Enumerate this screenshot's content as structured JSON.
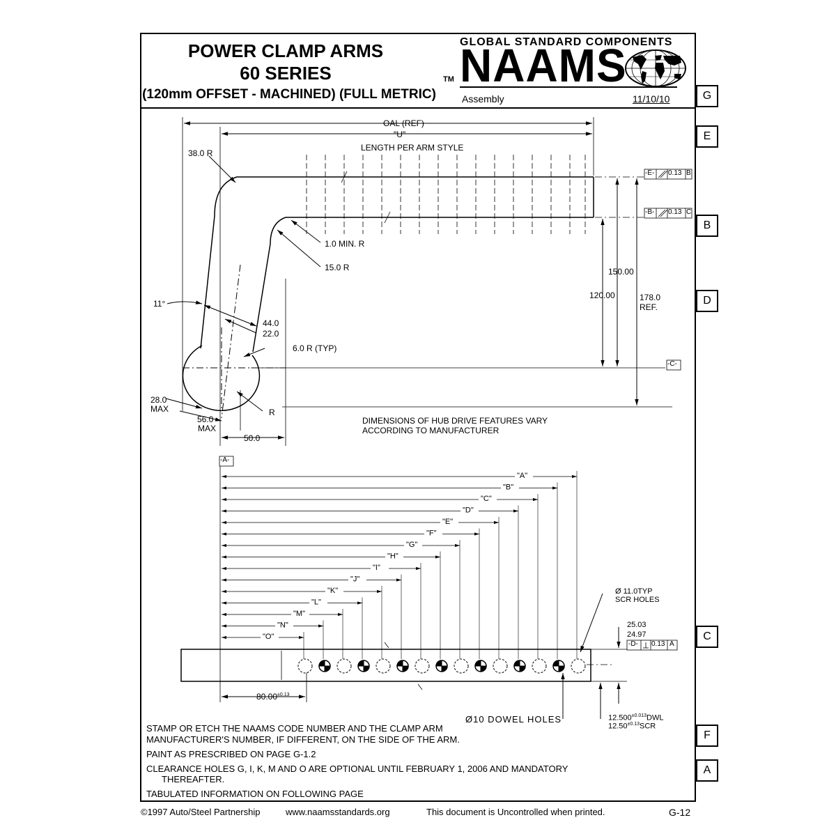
{
  "header": {
    "title_line1": "POWER CLAMP ARMS",
    "title_line2": "60 SERIES",
    "title_line3": "(120mm OFFSET - MACHINED) (FULL METRIC)",
    "brand_top": "GLOBAL STANDARD COMPONENTS",
    "tm": "TM",
    "brand": "NAAMS",
    "category": "Assembly",
    "date": "11/10/10"
  },
  "tabs": [
    "G",
    "E",
    "B",
    "D",
    "C",
    "F",
    "A"
  ],
  "drawing": {
    "oal": "OAL (REF)",
    "u": "\"U\"",
    "length_per_arm": "LENGTH PER ARM STYLE",
    "r38": "38.0 R",
    "min_r": "1.0 MIN. R",
    "r15": "15.0 R",
    "angle": "11°",
    "d44": "44.0",
    "d22": "22.0",
    "r6": "6.0 R (TYP)",
    "d28": "28.0",
    "max1": "MAX",
    "d56": "56.0",
    "max2": "MAX",
    "r": "R",
    "d50": "50.0",
    "d120": "120.00",
    "d150": "150.00",
    "d178": "178.0",
    "ref": "REF.",
    "datum_e": "-E-",
    "tol_e": "0.13",
    "ref_e": "B",
    "datum_b": "-B-",
    "tol_b": "0.13",
    "ref_b": "C",
    "datum_c": "-C-",
    "hub_note_1": "DIMENSIONS OF HUB DRIVE FEATURES VARY",
    "hub_note_2": "ACCORDING TO MANUFACTURER",
    "datum_a": "-A-",
    "dim_letters": [
      "\"A\"",
      "\"B\"",
      "\"C\"",
      "\"D\"",
      "\"E\"",
      "\"F\"",
      "\"G\"",
      "\"H\"",
      "\"I\"",
      "\"J\"",
      "\"K\"",
      "\"L\"",
      "\"M\"",
      "\"N\"",
      "\"O\""
    ],
    "scr_holes_1": "Ø 11.0TYP",
    "scr_holes_2": "SCR HOLES",
    "w_max": "25.03",
    "w_min": "24.97",
    "datum_d": "-D-",
    "tol_d": "0.13",
    "ref_d": "A",
    "pitch": "80.00",
    "pitch_tol": "±0.13",
    "dowel": "Ø10 DOWEL HOLES",
    "dwl_val": "12.500",
    "dwl_tol": "±0.013",
    "dwl_lbl": "DWL",
    "scr_val": "12.50",
    "scr_tol": "±0.13",
    "scr_lbl": "SCR"
  },
  "notes": {
    "n1a": "STAMP OR ETCH THE NAAMS CODE NUMBER AND THE CLAMP ARM",
    "n1b": "MANUFACTURER'S NUMBER, IF DIFFERENT, ON THE SIDE OF THE ARM.",
    "n2": "PAINT AS PRESCRIBED ON PAGE G-1.2",
    "n3a": "CLEARANCE HOLES G, I, K, M AND O ARE OPTIONAL UNTIL FEBRUARY 1, 2006 AND MANDATORY",
    "n3b": "THEREAFTER.",
    "n4": "TABULATED INFORMATION ON FOLLOWING PAGE"
  },
  "footer": {
    "copyright": "©1997 Auto/Steel Partnership",
    "url": "www.naamsstandards.org",
    "uncontrolled": "This document is Uncontrolled when printed.",
    "page": "G-12"
  }
}
